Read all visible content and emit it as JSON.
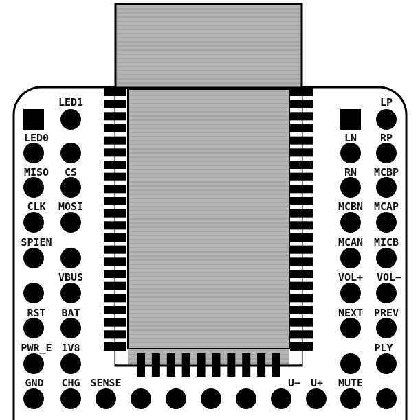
{
  "colors": {
    "background": "#ffffff",
    "outline": "#000000",
    "module_fill": "#b4b4b4",
    "module_stripe": "#a2a2a2",
    "pad": "#000000",
    "label": "#111111"
  },
  "labels": {
    "led1": "LED1",
    "led0": "LED0",
    "miso": "MISO",
    "cs": "CS",
    "clk": "CLK",
    "mosi": "MOSI",
    "spien": "SPIEN",
    "vbus": "VBUS",
    "rst": "RST",
    "bat": "BAT",
    "pwr_e": "PWR_E",
    "v1v8": "1V8",
    "gnd": "GND",
    "chg": "CHG",
    "sense": "SENSE",
    "u_minus": "U−",
    "u_plus": "U+",
    "mute": "MUTE",
    "lp": "LP",
    "ln": "LN",
    "rp": "RP",
    "rn": "RN",
    "mcbp": "MCBP",
    "mcbn": "MCBN",
    "mcap": "MCAP",
    "mcan": "MCAN",
    "micb": "MICB",
    "vol_plus": "VOL+",
    "vol_minus": "VOL−",
    "next": "NEXT",
    "prev": "PREV",
    "ply": "PLY"
  },
  "pins": {
    "left_module_pads": 22,
    "right_module_pads": 22,
    "bottom_module_pads": 10
  }
}
